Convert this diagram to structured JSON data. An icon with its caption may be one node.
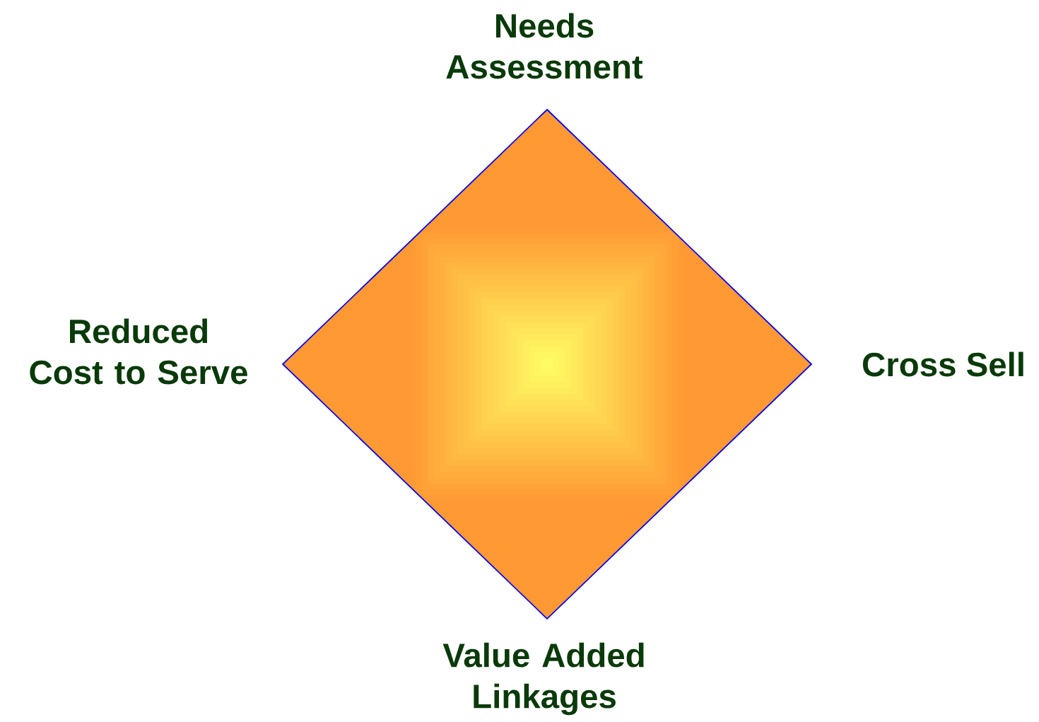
{
  "diagram": {
    "labels": [
      "Needs Assessment",
      "Reduced Cost to Serve",
      "Cross Sell",
      "Value Added Linkages"
    ]
  }
}
